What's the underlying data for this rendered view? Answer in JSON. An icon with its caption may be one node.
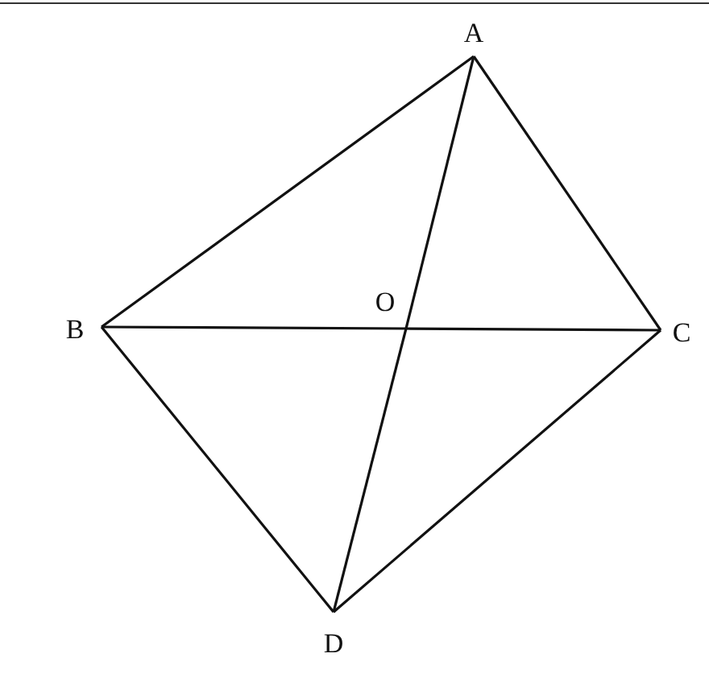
{
  "diagram": {
    "nodes": [
      {
        "text": [
          "A"
        ]
      },
      {
        "text": [
          "B"
        ]
      },
      {
        "text": [
          "C"
        ]
      },
      {
        "text": [
          "D"
        ]
      },
      {
        "text": [
          "O"
        ]
      }
    ],
    "edges": [
      {
        "from": 0,
        "to": 1,
        "arrow": "none"
      },
      {
        "from": 0,
        "to": 2,
        "arrow": "none"
      },
      {
        "from": 1,
        "to": 4,
        "arrow": "none"
      },
      {
        "from": 4,
        "to": 2,
        "arrow": "none"
      },
      {
        "from": 0,
        "to": 4,
        "arrow": "none"
      },
      {
        "from": 4,
        "to": 3,
        "arrow": "none"
      },
      {
        "from": 1,
        "to": 3,
        "arrow": "none"
      },
      {
        "from": 2,
        "to": 3,
        "arrow": "none"
      }
    ]
  }
}
